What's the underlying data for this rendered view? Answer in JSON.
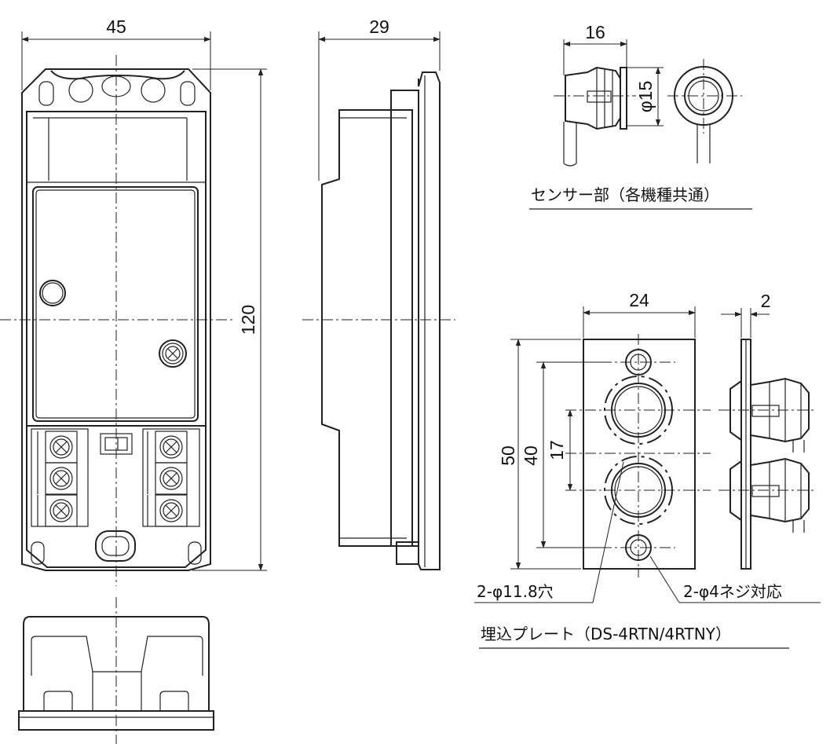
{
  "front_view": {
    "width_label": "45",
    "height_label": "120"
  },
  "side_view": {
    "depth_label": "29"
  },
  "sensor": {
    "length_label": "16",
    "diameter_label": "φ15",
    "caption": "センサー部（各機種共通）"
  },
  "plate": {
    "width_label": "24",
    "thickness_label": "2",
    "height_label": "50",
    "pitch_label": "40",
    "hole_pitch_label": "17",
    "hole_note": "2-φ11.8穴",
    "screw_note": "2-φ4ネジ対応",
    "caption": "埋込プレート（DS-4RTN/4RTNY）"
  }
}
